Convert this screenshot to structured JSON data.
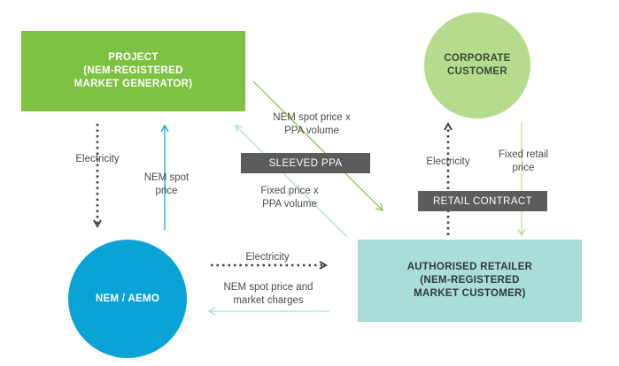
{
  "nodes": {
    "project": {
      "lines": [
        "PROJECT",
        "(NEM-REGISTERED",
        "MARKET GENERATOR)"
      ],
      "color": "#7dc242"
    },
    "corporate": {
      "lines": [
        "CORPORATE",
        "CUSTOMER"
      ],
      "color": "#b5dc8e"
    },
    "nem": {
      "lines": [
        "NEM / AEMO"
      ],
      "color": "#0aa3d6"
    },
    "retailer": {
      "lines": [
        "AUTHORISED RETAILER",
        "(NEM-REGISTERED",
        "MARKET CUSTOMER)"
      ],
      "color": "#a9ddd8"
    }
  },
  "tags": {
    "sleeved_ppa": "SLEEVED PPA",
    "retail_contract": "RETAIL CONTRACT"
  },
  "labels": {
    "elec_left": [
      "Electricity"
    ],
    "nem_spot_price": [
      "NEM spot",
      "price"
    ],
    "nem_spot_ppa": [
      "NEM spot price x",
      "PPA volume"
    ],
    "fixed_price_ppa": [
      "Fixed price x",
      "PPA volume"
    ],
    "elec_right": [
      "Electricity"
    ],
    "fixed_retail": [
      "Fixed retail",
      "price"
    ],
    "elec_bottom": [
      "Electricity"
    ],
    "nem_spot_charges": [
      "NEM spot price and",
      "market charges"
    ]
  },
  "colors": {
    "dark_arrow": "#444444",
    "blue_arrow": "#0aa3d6",
    "green_arrow": "#7dc242",
    "teal_arrow": "#a9ddd8",
    "light_green_arrow": "#b5dc8e"
  }
}
